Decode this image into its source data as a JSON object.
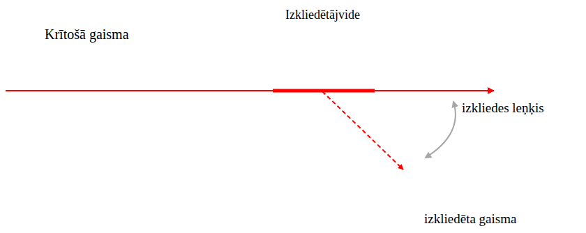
{
  "diagram": {
    "nodes": [
      {
        "text": [
          "Izkliedētājvide"
        ]
      }
    ],
    "labels": [
      "Krītošā gaisma",
      "izkliedes leņķis",
      "izkliedēta gaisma"
    ]
  }
}
